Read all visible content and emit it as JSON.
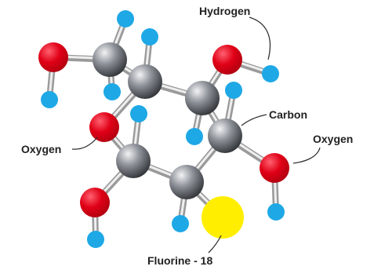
{
  "labels": {
    "hydrogen": "Hydrogen",
    "carbon": "Carbon",
    "oxygen_left": "Oxygen",
    "oxygen_right": "Oxygen",
    "fluorine": "Fluorine - 18"
  },
  "colors": {
    "carbon": "#7a7f86",
    "oxygen": "#e00016",
    "hydrogen": "#1ea8e6",
    "fluorine": "#ffee00",
    "bond": "#c9c9c9"
  },
  "atom_legend": [
    "carbon",
    "oxygen",
    "hydrogen",
    "fluorine"
  ]
}
